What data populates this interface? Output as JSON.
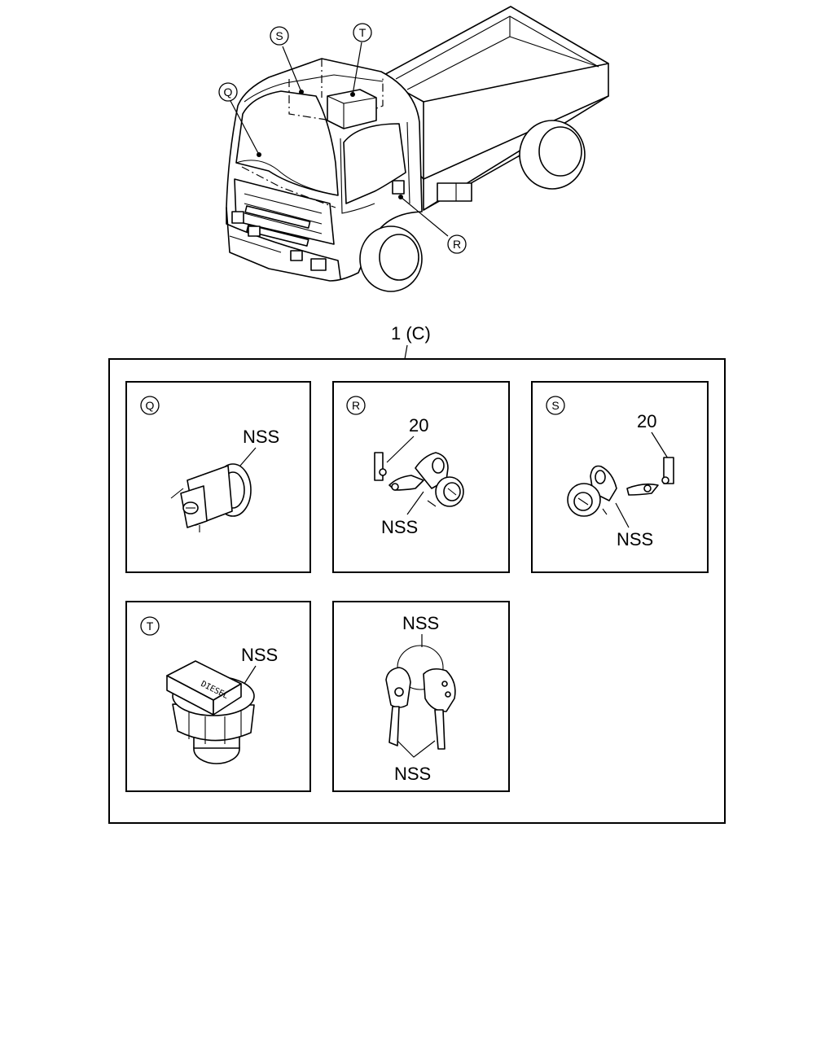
{
  "truck_callouts": {
    "q": "Q",
    "r": "R",
    "s": "S",
    "t": "T"
  },
  "assembly_label": "1 (C)",
  "panels": {
    "q": {
      "letter": "Q",
      "part_label": "NSS"
    },
    "r": {
      "letter": "R",
      "part_number": "20",
      "part_label": "NSS"
    },
    "s": {
      "letter": "S",
      "part_number": "20",
      "part_label": "NSS"
    },
    "t": {
      "letter": "T",
      "part_label": "NSS",
      "cap_text": "DIESEL"
    },
    "keys": {
      "ring_label": "NSS",
      "keys_label": "NSS"
    }
  },
  "icons": [
    "truck-illustration",
    "ignition-switch-icon",
    "door-lock-cylinder-icon",
    "fuel-cap-icon",
    "key-set-icon"
  ]
}
